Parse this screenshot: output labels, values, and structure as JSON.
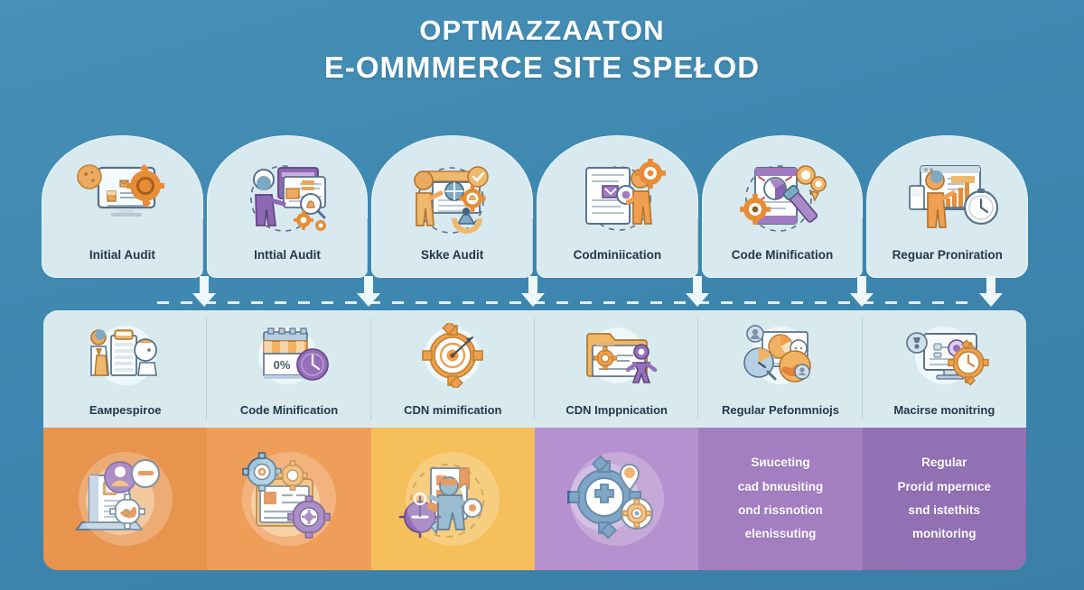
{
  "title": {
    "line1": "OPTMAZZAATON",
    "line2": "E-OMMMERCE SITE SPEłOD"
  },
  "colors": {
    "background": "#3d87b0",
    "card_panel": "#d8e9ef",
    "lower_panel": "#d9eaef",
    "accent_orange": "#e8944f",
    "accent_orange_light": "#f0a867",
    "accent_amber": "#f5bf5c",
    "accent_purple_light": "#b591cf",
    "accent_purple_dark": "#9170b3",
    "label_text": "#22394a",
    "band_text": "#ffffff",
    "arrow": "#eef7fa"
  },
  "row1": {
    "name": "process-stage-row",
    "items": [
      {
        "label": "Initial Audit",
        "icon": "desktop-audit-gear-icon"
      },
      {
        "label": "Inttial Audit",
        "icon": "person-dashboard-magnifier-icon"
      },
      {
        "label": "Skke Audit",
        "icon": "person-presenting-checklist-icon"
      },
      {
        "label": "Codminiication",
        "icon": "document-person-gear-icon"
      },
      {
        "label": "Code Minification",
        "icon": "code-document-wrench-gear-icon"
      },
      {
        "label": "Reguar Proniration",
        "icon": "person-chart-clock-icon"
      }
    ]
  },
  "connectors": {
    "name": "stage-connector-arrows",
    "count": 6,
    "style": "down-arrow-with-dashed-line"
  },
  "row2": {
    "name": "tactic-row",
    "items": [
      {
        "label": "Eaмpespiroe",
        "icon": "team-clipboard-icon"
      },
      {
        "label": "Code Minification",
        "icon": "storefront-gauge-icon",
        "badge": "0%"
      },
      {
        "label": "CDN mimification",
        "icon": "gear-target-icon"
      },
      {
        "label": "CDN Imppnication",
        "icon": "folder-gear-person-icon"
      },
      {
        "label": "Regular Pefonmnioјs",
        "icon": "analytics-pie-clock-icon"
      },
      {
        "label": "Macirse monitring",
        "icon": "monitor-gear-clock-icon"
      }
    ]
  },
  "row3": {
    "name": "detail-band-row",
    "items": [
      {
        "kind": "icon",
        "bg": "#e8944f",
        "icon": "laptop-user-minus-gear-icon",
        "lines": []
      },
      {
        "kind": "icon",
        "bg": "#ef9e5a",
        "icon": "browser-gears-settings-icon",
        "lines": []
      },
      {
        "kind": "icon",
        "bg": "#f5bf5c",
        "icon": "person-checklist-timer-icon",
        "lines": []
      },
      {
        "kind": "icon",
        "bg": "#b591cf",
        "icon": "gear-puzzle-pin-icon",
        "lines": []
      },
      {
        "kind": "text",
        "bg": "#a37fc2",
        "icon": "",
        "lines": [
          "Sиuceting",
          "cad bnкusiting",
          "ond rissnotion",
          "elenissuting"
        ]
      },
      {
        "kind": "text",
        "bg": "#9170b3",
        "icon": "",
        "lines": [
          "Regular",
          "Prorid mpernιce",
          "snd istethits",
          "monitoring"
        ]
      }
    ]
  }
}
